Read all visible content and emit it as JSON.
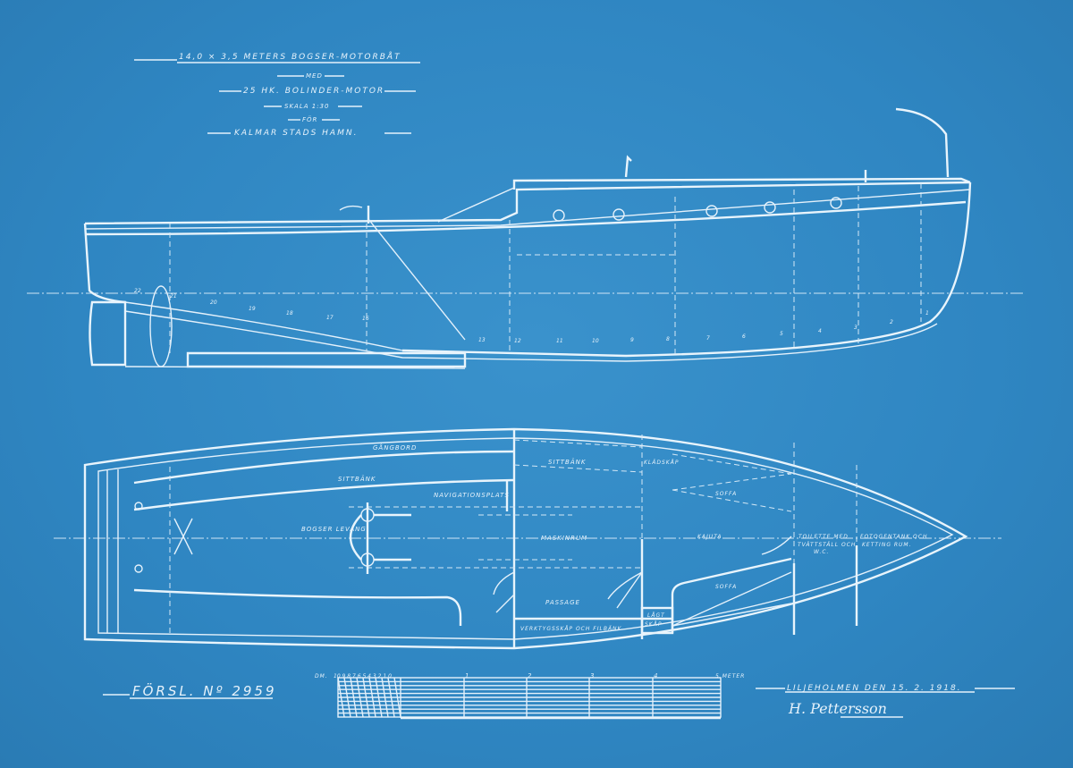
{
  "title_block": {
    "line1": "14,0 × 3,5 METERS   BOGSER-MOTORBÅT",
    "line2": "MED",
    "line3": "25 HK. BOLINDER-MOTOR",
    "line4": "SKALA 1:30",
    "line5": "FÖR",
    "line6": "KALMAR STADS HAMN."
  },
  "plan_labels": {
    "gangbord": "GÅNGBORD",
    "sittbank_left": "SITTBÄNK",
    "navigation": "NAVIGATIONSPLATS",
    "bogser": "BOGSER LEVANG",
    "sittbank_mid": "SITTBÄNK",
    "maskinrum": "MASKINRUM",
    "passage": "PASSAGE",
    "verktyg": "VERKTYGSSKÅP OCH FILBÄNK",
    "klodskap": "KLÄDSKÅP",
    "lagt_skap_1": "LÅGT",
    "lagt_skap_2": "SKÅP",
    "soffa_top": "SOFFA",
    "soffa_bottom": "SOFFA",
    "kajuta": "KAJUTA",
    "toilette_1": "TOILETTE MED",
    "toilette_2": "TVÄTTSTÄLL OCH",
    "toilette_3": "W.C.",
    "fotogen_1": "FOTOGENTANK OCH",
    "fotogen_2": "KETTING RUM."
  },
  "frame_numbers": [
    "22",
    "21",
    "20",
    "19",
    "18",
    "17",
    "16",
    "13",
    "12",
    "11",
    "10",
    "9",
    "8",
    "7",
    "6",
    "5",
    "4",
    "3",
    "2",
    "1"
  ],
  "scale_bar": {
    "dm_label": "DM.",
    "dm_ticks": "10 9 8 7 6 5 4 3 2 1 0",
    "ticks": [
      "1",
      "2",
      "3",
      "4"
    ],
    "end_label": "5 METER"
  },
  "drawing_number": "FÖRSL. Nº 2959",
  "place_date": "LILJEHOLMEN  DEN  15. 2. 1918.",
  "signature": "H. Pettersson",
  "colors": {
    "paper": "#2f86c2",
    "ink": "#e4f1fb"
  }
}
